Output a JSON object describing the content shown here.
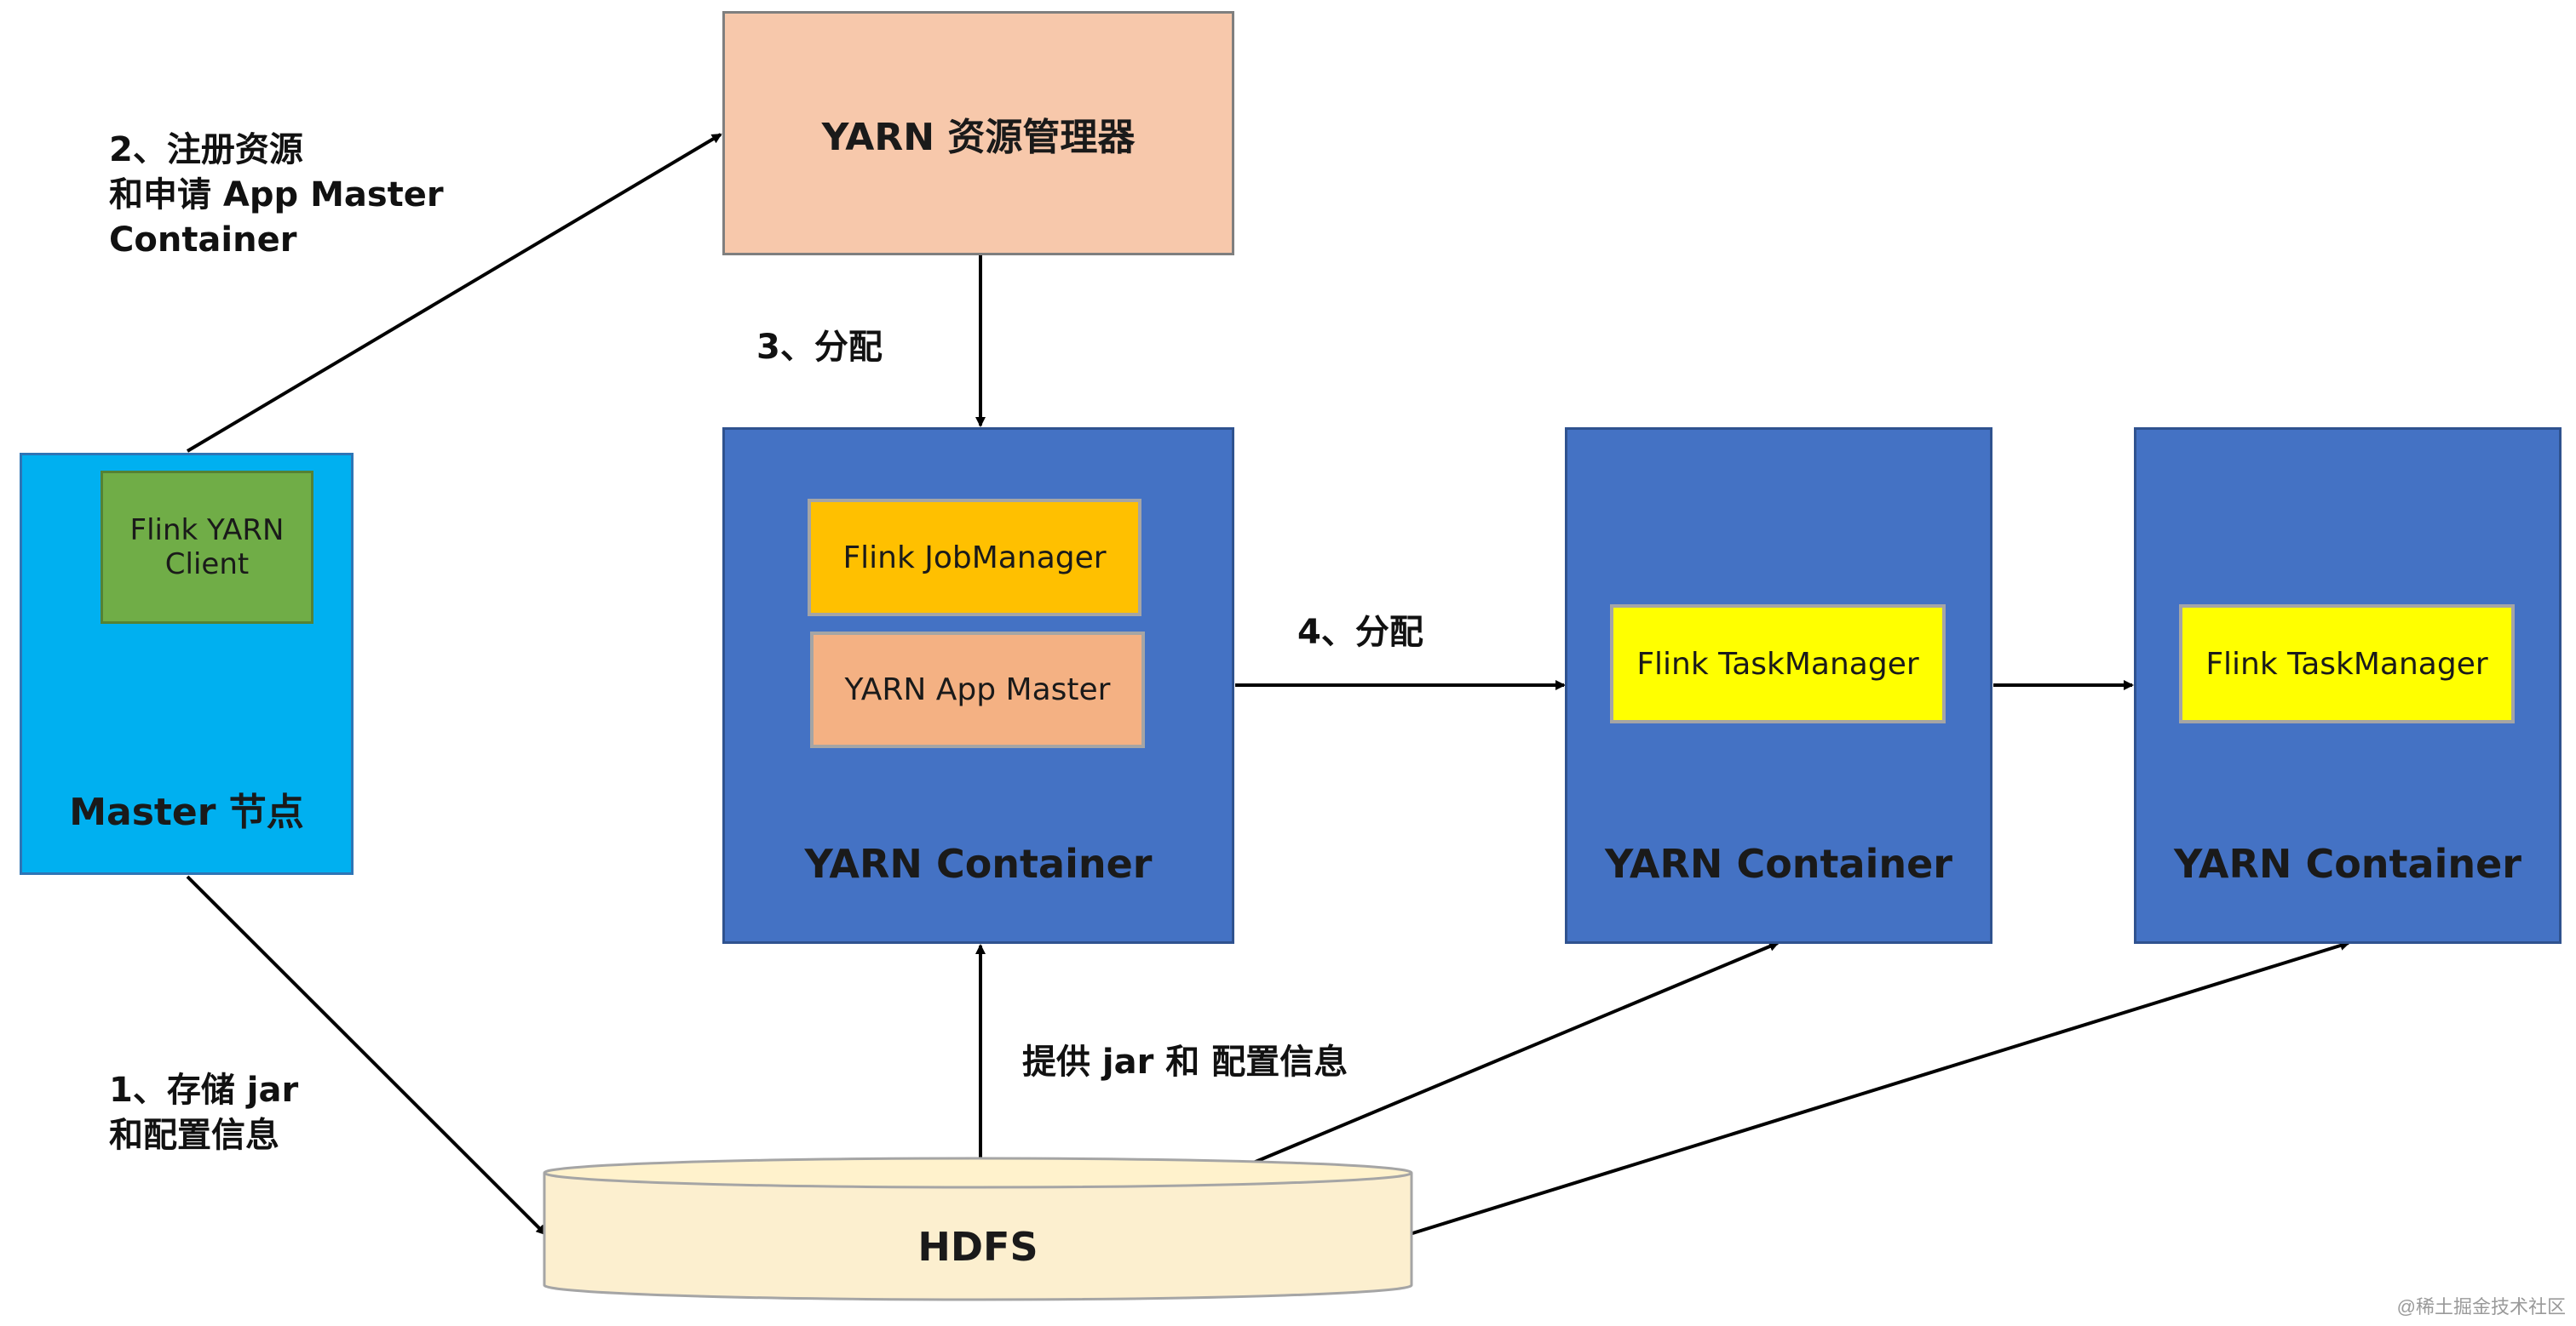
{
  "colors": {
    "yarn_rm_fill": "#f7c8ab",
    "container_fill": "#4472c4",
    "master_fill": "#00b0f0",
    "client_fill": "#70ad47",
    "jobmanager_fill": "#ffc000",
    "appmaster_fill": "#f4b183",
    "taskmanager_fill": "#ffff00",
    "hdfs_fill": "#fcefcf"
  },
  "nodes": {
    "yarn_rm": "YARN 资源管理器",
    "master": "Master 节点",
    "client_line1": "Flink YARN",
    "client_line2": "Client",
    "jobmanager": "Flink JobManager",
    "appmaster": "YARN App Master",
    "container1": "YARN Container",
    "container2": "YARN Container",
    "container3": "YARN Container",
    "taskmanager1": "Flink TaskManager",
    "taskmanager2": "Flink TaskManager",
    "hdfs": "HDFS"
  },
  "edges": {
    "step2_line1": "2、注册资源",
    "step2_line2": "和申请 App Master",
    "step2_line3": "Container",
    "step3": "3、分配",
    "step4": "4、分配",
    "step1_line1": "1、存储 jar",
    "step1_line2": "和配置信息",
    "provide": "提供 jar 和 配置信息"
  },
  "watermark": "@稀土掘金技术社区"
}
